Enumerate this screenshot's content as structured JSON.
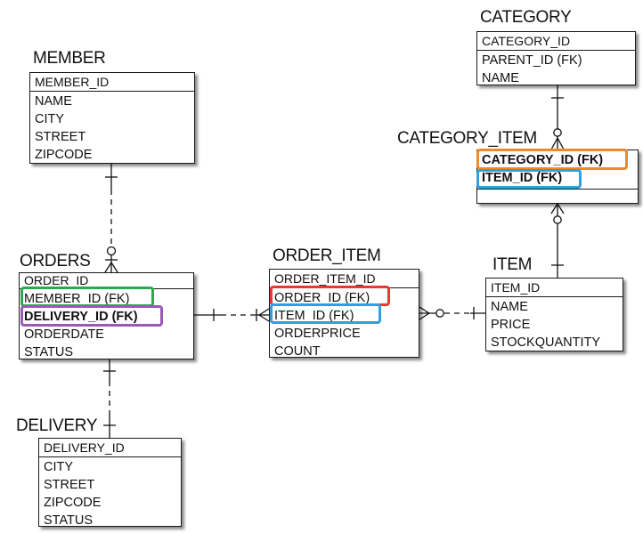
{
  "entities": {
    "member": {
      "title": "MEMBER",
      "pk": "MEMBER_ID",
      "attributes": [
        "NAME",
        "CITY",
        "STREET",
        "ZIPCODE"
      ]
    },
    "orders": {
      "title": "ORDERS",
      "pk": "ORDER_ID",
      "attributes": [
        "MEMBER_ID (FK)",
        "DELIVERY_ID (FK)",
        "ORDERDATE",
        "STATUS"
      ]
    },
    "delivery": {
      "title": "DELIVERY",
      "pk": "DELIVERY_ID",
      "attributes": [
        "CITY",
        "STREET",
        "ZIPCODE",
        "STATUS"
      ]
    },
    "order_item": {
      "title": "ORDER_ITEM",
      "pk": "ORDER_ITEM_ID",
      "attributes": [
        "ORDER_ID (FK)",
        "ITEM_ID (FK)",
        "ORDERPRICE",
        "COUNT"
      ]
    },
    "item": {
      "title": "ITEM",
      "pk": "ITEM_ID",
      "attributes": [
        "NAME",
        "PRICE",
        "STOCKQUANTITY"
      ]
    },
    "category": {
      "title": "CATEGORY",
      "pk": "CATEGORY_ID",
      "attributes": [
        "PARENT_ID (FK)",
        "NAME"
      ]
    },
    "category_item": {
      "title": "CATEGORY_ITEM",
      "keys": [
        "CATEGORY_ID (FK)",
        "ITEM_ID (FK)"
      ]
    }
  },
  "highlight_colors": {
    "green": "#2fa84f",
    "purple": "#9b59b6",
    "red": "#e53935",
    "blue": "#2e9fe0",
    "orange": "#f08a24"
  }
}
